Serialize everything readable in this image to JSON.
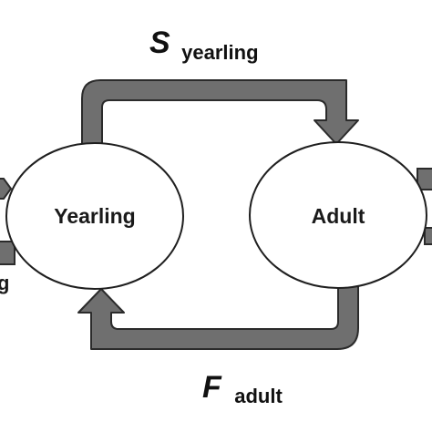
{
  "nodes": {
    "yearling": {
      "label": "Yearling"
    },
    "adult": {
      "label": "Adult"
    }
  },
  "transitions": {
    "survival": {
      "symbol": "S",
      "subscript": "yearling"
    },
    "fecundity": {
      "symbol": "F",
      "subscript": "adult"
    }
  },
  "cropped_left_label": "g",
  "colors": {
    "arrow_fill": "#6f6f6f",
    "arrow_stroke": "#2b2b2b",
    "node_fill": "#ffffff",
    "node_stroke": "#1f1f1f",
    "text": "#111111"
  }
}
